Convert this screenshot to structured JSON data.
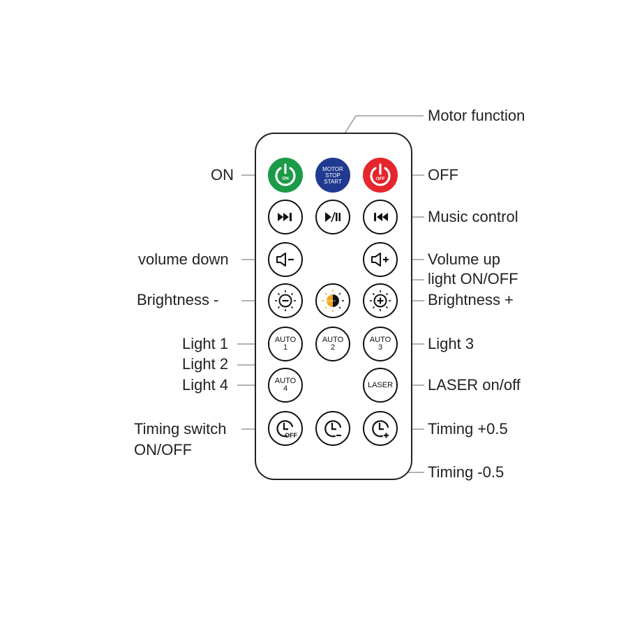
{
  "labels": {
    "motor_function": "Motor function",
    "on": "ON",
    "off": "OFF",
    "music_control": "Music control",
    "volume_down": "volume down",
    "volume_up": "Volume up",
    "light_on_off": "light ON/OFF",
    "brightness_minus": "Brightness -",
    "brightness_plus": "Brightness +",
    "light_1": "Light 1",
    "light_2": "Light 2",
    "light_3": "Light 3",
    "light_4": "Light 4",
    "laser": "LASER on/off",
    "timing_switch_line1": "Timing switch",
    "timing_switch_line2": "ON/OFF",
    "timing_plus": "Timing +0.5",
    "timing_minus": "Timing -0.5"
  },
  "buttons": {
    "on_text": "ON",
    "off_text": "OFF",
    "motor_line1": "MOTOR",
    "motor_line2": "STOP",
    "motor_line3": "START",
    "light_toggle_text": "ON OFF",
    "auto": "AUTO",
    "auto1_num": "1",
    "auto2_num": "2",
    "auto3_num": "3",
    "auto4_num": "4",
    "laser_text": "LASER",
    "timer_off_text": "OFF"
  },
  "colors": {
    "on_button": "#1b9a47",
    "off_button": "#e5262c",
    "motor_button": "#1f3a8f",
    "outline": "#111111",
    "leader_line": "#999999",
    "light_toggle_accent": "#f2a61c"
  },
  "icons": {
    "on": "power-icon",
    "off": "power-icon",
    "next": "skip-forward-icon",
    "play_pause": "play-pause-icon",
    "prev": "skip-back-icon",
    "vol_down": "speaker-minus-icon",
    "vol_up": "speaker-plus-icon",
    "bright_down": "sun-minus-icon",
    "light_toggle": "light-toggle-icon",
    "bright_up": "sun-plus-icon",
    "timer_off": "clock-off-icon",
    "timer_minus": "clock-minus-icon",
    "timer_plus": "clock-plus-icon"
  }
}
